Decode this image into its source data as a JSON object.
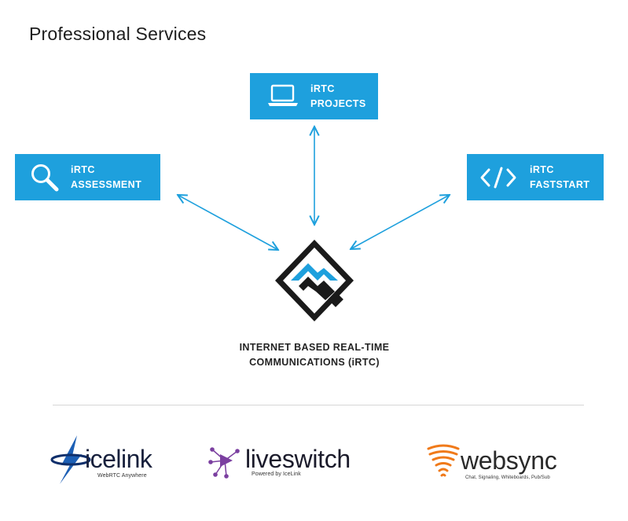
{
  "page": {
    "title": "Professional Services"
  },
  "services": {
    "projects": {
      "line1": "iRTC",
      "line2": "PROJECTS",
      "icon": "laptop-icon"
    },
    "assessment": {
      "line1": "iRTC",
      "line2": "ASSESSMENT",
      "icon": "magnifier-icon"
    },
    "faststart": {
      "line1": "iRTC",
      "line2": "FASTSTART",
      "icon": "code-brackets-icon"
    }
  },
  "center": {
    "caption_line1": "INTERNET BASED REAL-TIME",
    "caption_line2": "COMMUNICATIONS (iRTC)"
  },
  "brands": {
    "icelink": {
      "name": "icelink",
      "tagline": "WebRTC Anywhere"
    },
    "liveswitch": {
      "name": "liveswitch",
      "tagline": "Powered by IceLink"
    },
    "websync": {
      "name": "websync",
      "tagline": "Chat, Signaling, Whiteboards, Pub/Sub"
    }
  },
  "colors": {
    "accent_blue": "#1ea0dd",
    "logo_dark": "#1a1a1a",
    "divider": "#d6d6d6",
    "liveswitch_purple": "#7b3fa0",
    "websync_orange": "#f07a1a"
  }
}
